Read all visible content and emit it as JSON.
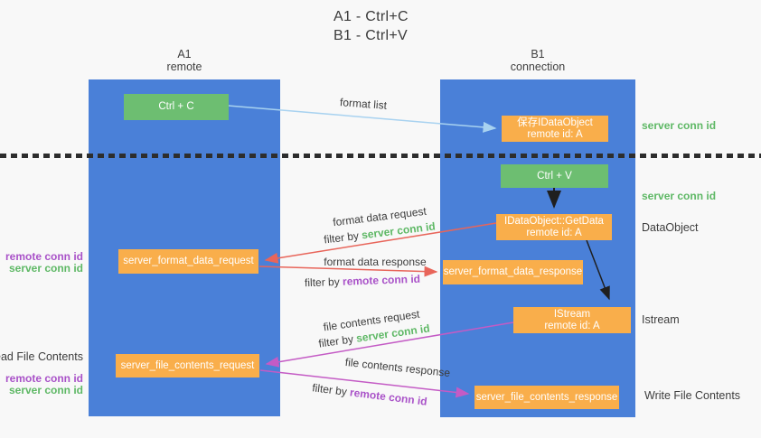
{
  "title": {
    "line1": "A1 - Ctrl+C",
    "line2": "B1 - Ctrl+V"
  },
  "lifelines": {
    "a1": {
      "name": "A1",
      "role": "remote"
    },
    "b1": {
      "name": "B1",
      "role": "connection"
    }
  },
  "nodes": {
    "ctrl_c": {
      "label": "Ctrl + C"
    },
    "save_idataobject": {
      "line1": "保存IDataObject",
      "line2": "remote id: A"
    },
    "ctrl_v": {
      "label": "Ctrl + V"
    },
    "getdata": {
      "line1": "IDataObject::GetData",
      "line2": "remote id: A"
    },
    "istream": {
      "line1": "IStream",
      "line2": "remote id: A"
    },
    "server_format_data_request": {
      "label": "server_format_data_request"
    },
    "server_format_data_response": {
      "label": "server_format_data_response"
    },
    "server_file_contents_request": {
      "label": "server_file_contents_request"
    },
    "server_file_contents_response": {
      "label": "server_file_contents_response"
    }
  },
  "arrows": {
    "format_list": {
      "label": "format list"
    },
    "format_data_request": {
      "label": "format data request",
      "filter_prefix": "filter by ",
      "filter_key": "server conn id"
    },
    "format_data_response": {
      "label": "format data response",
      "filter_prefix": "filter by ",
      "filter_key": "remote conn id"
    },
    "file_contents_request": {
      "label": "file contents request",
      "filter_prefix": "filter by ",
      "filter_key": "server conn id"
    },
    "file_contents_response": {
      "label": "file contents response",
      "filter_prefix": "filter by ",
      "filter_key": "remote conn id"
    }
  },
  "side_labels": {
    "right_server_conn_id_top": "server conn id",
    "right_server_conn_id_mid": "server conn id",
    "dataobject": "DataObject",
    "istream": "Istream",
    "write_file_contents": "Write File Contents",
    "left_remote_conn_id_top": "remote conn id",
    "left_server_conn_id_top": "server conn id",
    "read_file_contents": "Read File Contents",
    "left_remote_conn_id_bottom": "remote conn id",
    "left_server_conn_id_bottom": "server conn id"
  },
  "colors": {
    "lifeline_blue": "#4a80d8",
    "box_green": "#6dbe71",
    "box_orange": "#f9ae4b",
    "arrow_red": "#e8655a",
    "arrow_purple": "#c45bc5",
    "arrow_light_blue": "#a8d2f0",
    "arrow_black": "#1f1f1f",
    "label_green": "#5eb865",
    "label_purple": "#a952c8",
    "background": "#f8f8f8"
  }
}
